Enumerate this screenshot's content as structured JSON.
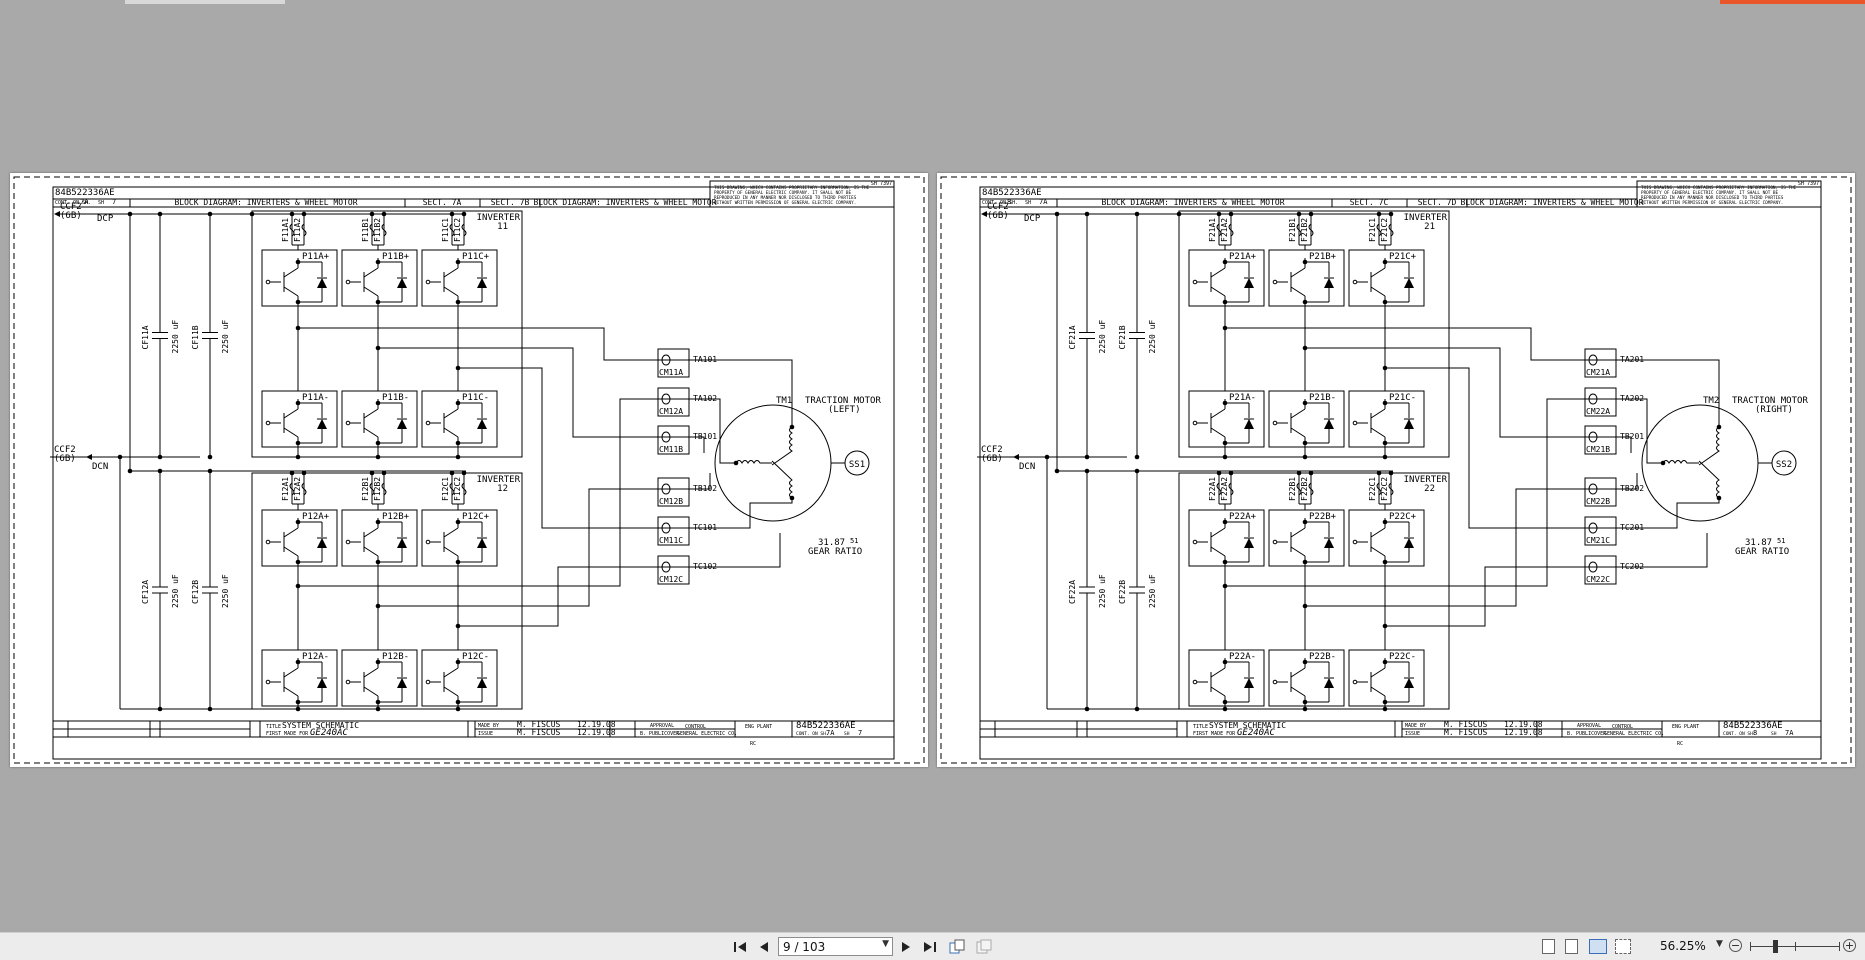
{
  "toolbar": {
    "page_indicator": "9 / 103",
    "zoom_level": "56.25%"
  },
  "shared": {
    "diagram_title": "BLOCK DIAGRAM: INVERTERS & WHEEL MOTOR",
    "proprietary": [
      "THIS DRAWING, WHICH CONTAINS PROPRIETARY INFORMATION, IS THE",
      "PROPERTY OF GENERAL ELECTRIC COMPANY.  IT SHALL NOT BE",
      "REPRODUCED IN ANY MANNER NOR DISCLOSED TO THIRD PARTIES",
      "WITHOUT WRITTEN PERMISSION OF GENERAL ELECTRIC COMPANY."
    ],
    "dcp_label": "DCP",
    "dcn_label": "DCN",
    "ccf2_label": "CCF2",
    "ref_6b": "(6B)",
    "cap_value": "2250 uF",
    "gear_ratio_value": "31.87",
    "gear_ratio_suffix": "51",
    "gear_ratio_label": "GEAR RATIO",
    "traction_motor_label": "TRACTION MOTOR",
    "title_label": "TITLE",
    "title_value": "SYSTEM SCHEMATIC",
    "first_made_label": "FIRST MADE FOR",
    "first_made_value": "GE240AC",
    "made_by_label": "MADE BY",
    "issue_label": "ISSUE",
    "made_by_name": "M. FISCUS",
    "issue_name": "M. FISCUS",
    "made_date": "12.19.08",
    "issue_date": "12.19.08",
    "approval_label": "APPROVAL",
    "approver": "B. PUBLICOVER",
    "control_label": "CONTROL",
    "company": "GENERAL ELECTRIC CO.",
    "eng_plant": "ENG PLANT",
    "rc": "RC",
    "sheet_label": "SH",
    "sheet_small": "CONT. ON SH.",
    "cont_on": "CONT. ON SH."
  },
  "pages": [
    {
      "doc_number": "84B522336AE",
      "corner_code": "SH 7397",
      "cont_sh_left": "7A",
      "sh_left": "7",
      "sect_left": "SECT. 7A",
      "sect_right": "SECT. 7B",
      "motor_id": "TM1",
      "motor_side": "(LEFT)",
      "speed_sensor": "SS1",
      "inverter_top_label": "INVERTER",
      "inverter_top_num": "11",
      "inverter_bot_label": "INVERTER",
      "inverter_bot_num": "12",
      "caps": [
        "CF11A",
        "CF11B",
        "CF12A",
        "CF12B"
      ],
      "fuses_top": [
        "F11A1",
        "F11A2",
        "F11B1",
        "F11B2",
        "F11C1",
        "F11C2"
      ],
      "fuses_bot": [
        "F12A1",
        "F12A2",
        "F12B1",
        "F12B2",
        "F12C1",
        "F12C2"
      ],
      "modules": [
        "P11A+",
        "P11B+",
        "P11C+",
        "P11A-",
        "P11B-",
        "P11C-",
        "P12A+",
        "P12B+",
        "P12C+",
        "P12A-",
        "P12B-",
        "P12C-"
      ],
      "current_monitors": [
        "CM11A",
        "CM12A",
        "CM11B",
        "CM12B",
        "CM11C",
        "CM12C"
      ],
      "terminals": [
        "TA101",
        "TA102",
        "TB101",
        "TB102",
        "TC101",
        "TC102"
      ],
      "footer_sh_a": "7A",
      "footer_sh_b": "7"
    },
    {
      "doc_number": "84B522336AE",
      "corner_code": "SH 7397",
      "cont_sh_left": "8",
      "sh_left": "7A",
      "sect_left": "SECT. 7C",
      "sect_right": "SECT. 7D",
      "motor_id": "TM2",
      "motor_side": "(RIGHT)",
      "speed_sensor": "SS2",
      "inverter_top_label": "INVERTER",
      "inverter_top_num": "21",
      "inverter_bot_label": "INVERTER",
      "inverter_bot_num": "22",
      "caps": [
        "CF21A",
        "CF21B",
        "CF22A",
        "CF22B"
      ],
      "fuses_top": [
        "F21A1",
        "F21A2",
        "F21B1",
        "F21B2",
        "F21C1",
        "F21C2"
      ],
      "fuses_bot": [
        "F22A1",
        "F22A2",
        "F22B1",
        "F22B2",
        "F22C1",
        "F22C2"
      ],
      "modules": [
        "P21A+",
        "P21B+",
        "P21C+",
        "P21A-",
        "P21B-",
        "P21C-",
        "P22A+",
        "P22B+",
        "P22C+",
        "P22A-",
        "P22B-",
        "P22C-"
      ],
      "current_monitors": [
        "CM21A",
        "CM22A",
        "CM21B",
        "CM22B",
        "CM21C",
        "CM22C"
      ],
      "terminals": [
        "TA201",
        "TA202",
        "TB201",
        "TB202",
        "TC201",
        "TC202"
      ],
      "footer_sh_a": "8",
      "footer_sh_b": "7A"
    }
  ]
}
